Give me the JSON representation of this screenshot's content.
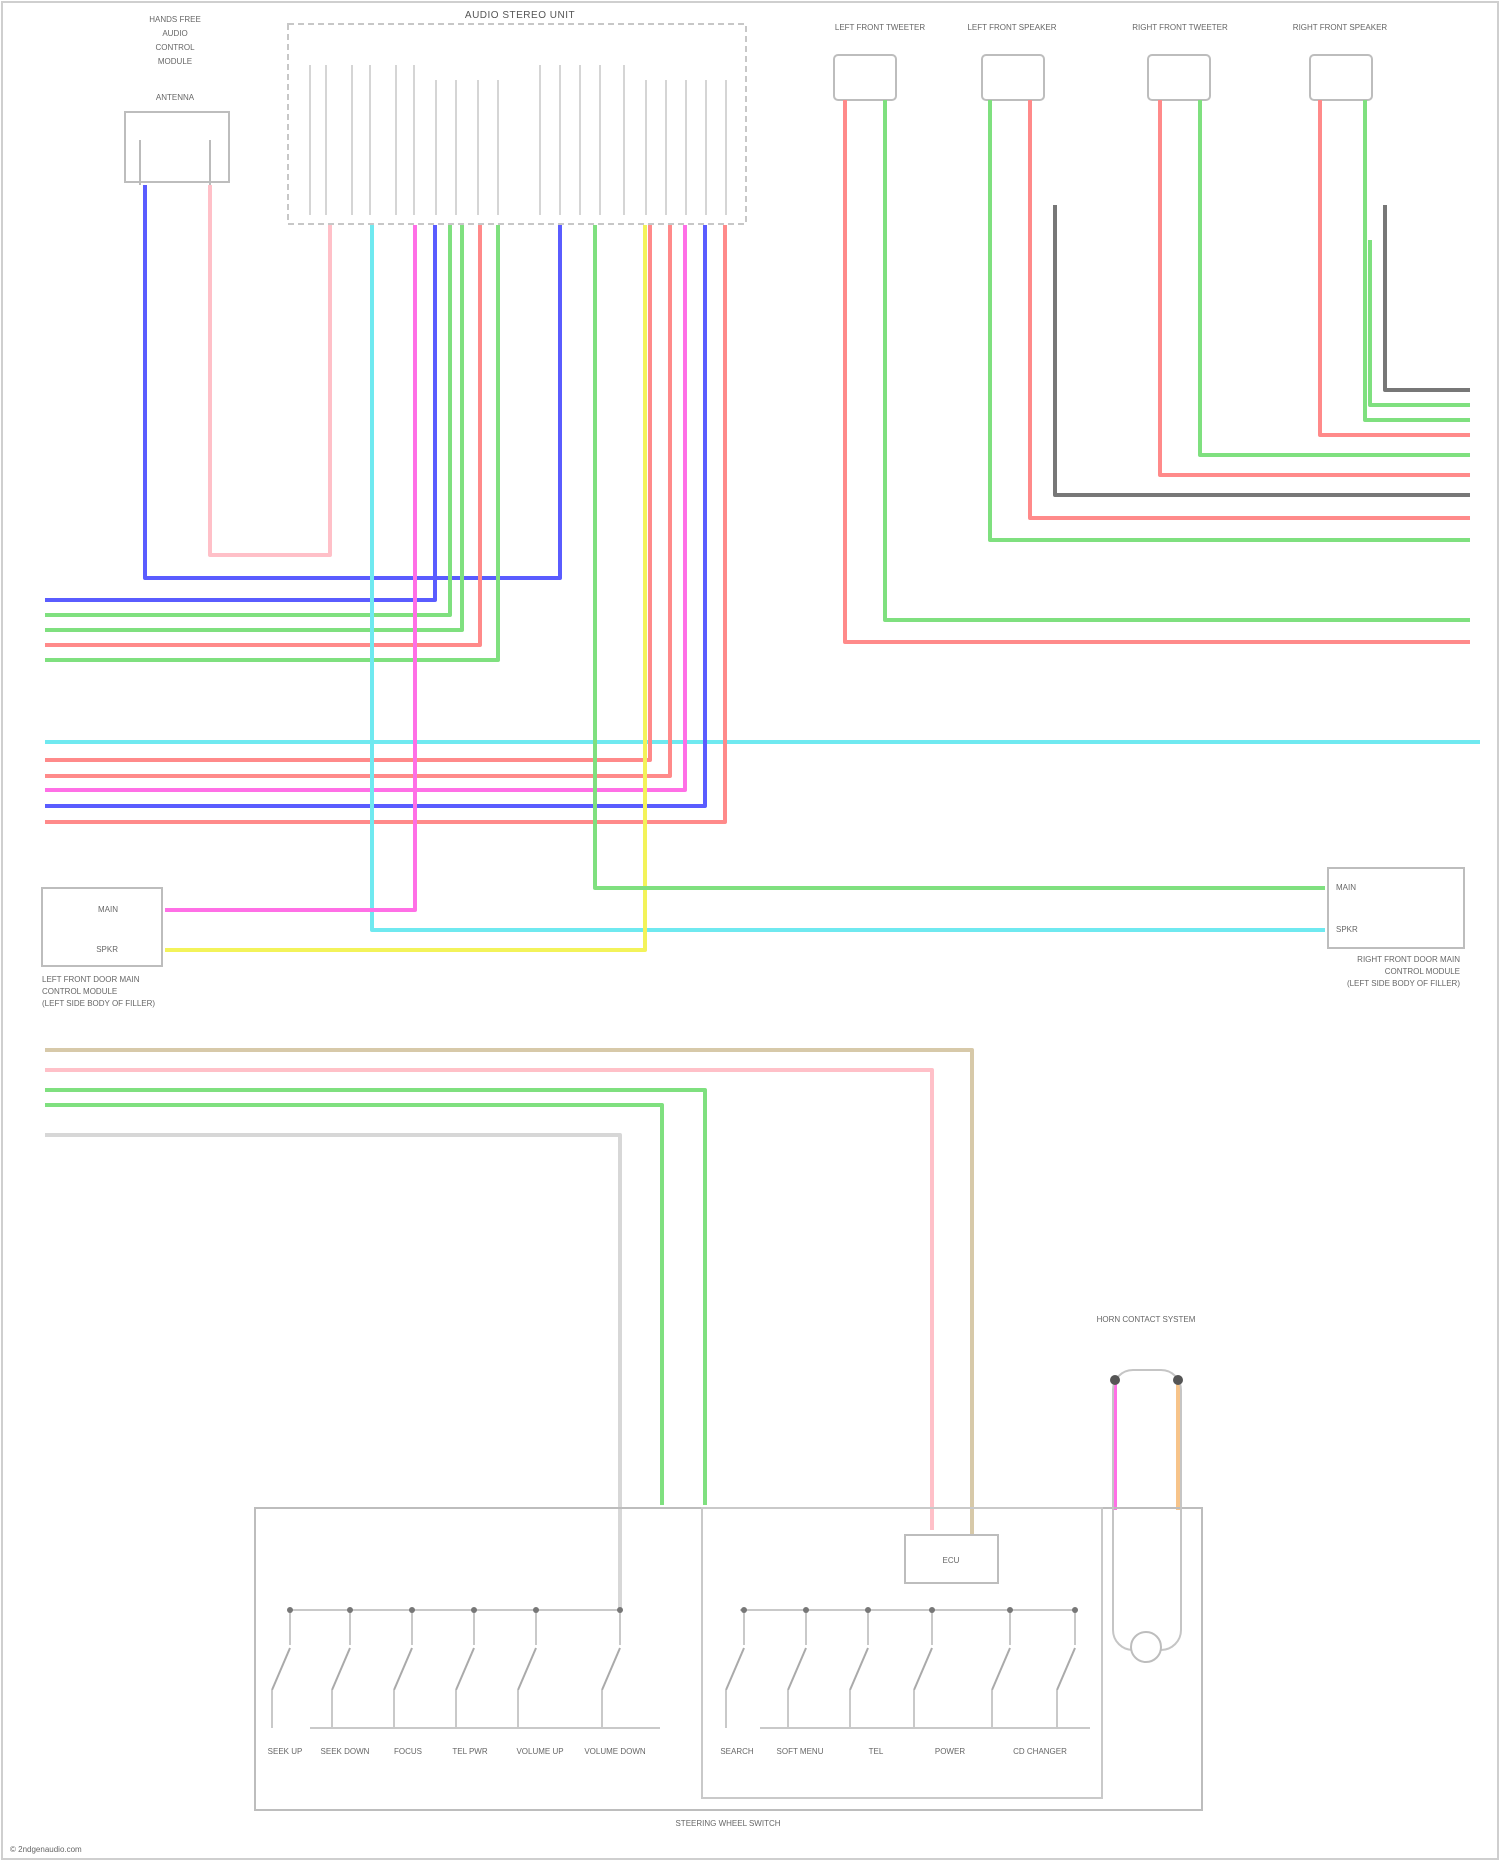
{
  "colors": {
    "RED": "#ff8a8a",
    "PNK": "#ff6fe6",
    "BLU": "#5a5cff",
    "GRN": "#7fe07f",
    "LT BLU": "#6fe9f0",
    "YEL": "#f3f35a",
    "WHT": "#d7d7d7",
    "BLK": "#777777",
    "ORG": "#f7c48a",
    "TAN": "#d7c9a9"
  },
  "footer": {
    "bottom_box_label": "STEERING WHEEL SWITCH",
    "watermark": "© 2ndgenaudio.com"
  },
  "bottom_switches": {
    "left_group": [
      "SEEK UP",
      "SEEK DOWN",
      "FOCUS",
      "TEL PWR",
      "VOLUME UP",
      "VOLUME DOWN"
    ],
    "right_group": [
      "SEARCH",
      "SOFT MENU",
      "TEL",
      "POWER",
      "CD CHANGER"
    ],
    "ecu_label": "ECU",
    "horn_label": "HORN CONTACT SYSTEM"
  },
  "module_right": {
    "pins": [
      "MAIN",
      "SPKR"
    ],
    "caption_lines": [
      "RIGHT FRONT DOOR MAIN",
      "CONTROL MODULE",
      "(LEFT SIDE BODY OF FILLER)"
    ]
  },
  "module_left": {
    "pins": [
      "MAIN",
      "SPKR"
    ],
    "caption_lines": [
      "LEFT FRONT DOOR MAIN",
      "CONTROL MODULE",
      "(LEFT SIDE BODY OF FILLER)"
    ]
  },
  "speakers": [
    "LEFT FRONT TWEETER",
    "LEFT FRONT SPEAKER",
    "RIGHT FRONT TWEETER",
    "RIGHT FRONT SPEAKER"
  ],
  "radio": {
    "label": "AUDIO STEREO UNIT"
  },
  "top_left_module": {
    "label_lines": [
      "HANDS FREE",
      "AUDIO",
      "CONTROL",
      "MODULE",
      "ANTENNA"
    ]
  }
}
